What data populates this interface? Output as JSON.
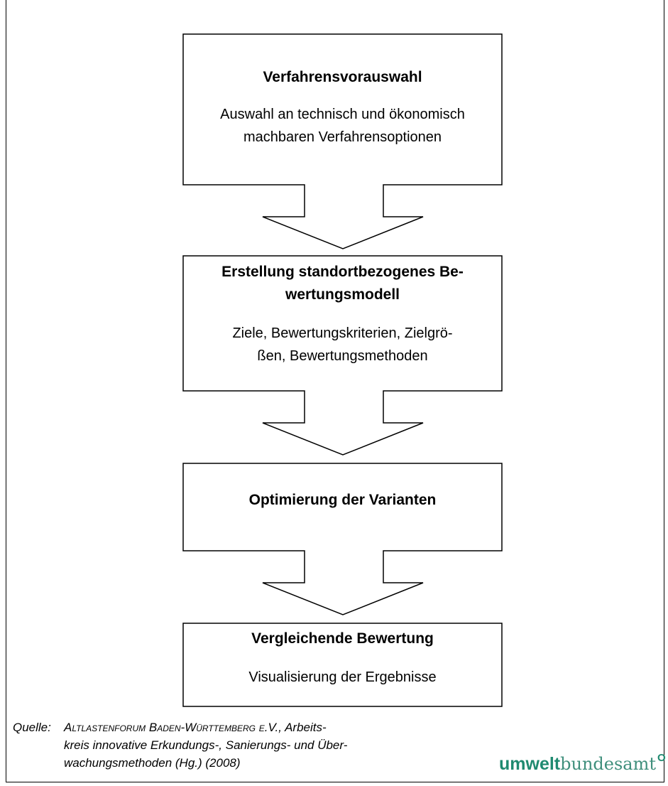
{
  "diagram": {
    "steps": [
      {
        "title": "Verfahrensvorauswahl",
        "description_lines": [
          "Auswahl an technisch und ökonomisch",
          "machbaren Verfahrensoptionen"
        ]
      },
      {
        "title_lines": [
          "Erstellung standortbezogenes Be-",
          "wertungsmodell"
        ],
        "description_lines": [
          "Ziele, Bewertungskriterien, Zielgrö-",
          "ßen, Bewertungsmethoden"
        ]
      },
      {
        "title": "Optimierung der Varianten"
      },
      {
        "title": "Vergleichende Bewertung",
        "description_lines": [
          "Visualisierung der Ergebnisse"
        ]
      }
    ]
  },
  "source": {
    "label": "Quelle:",
    "org": "Altlastenforum Baden-Württemberg e.V.,",
    "line1_rest": " Arbeits-",
    "line2": "kreis innovative Erkundungs-, Sanierungs- und Über-",
    "line3": "wachungsmethoden (Hg.) (2008)"
  },
  "logo": {
    "part1": "umwelt",
    "part2": "bundesamt",
    "mark": "O"
  },
  "colors": {
    "logo": "#1f8a70",
    "stroke": "#000000"
  }
}
